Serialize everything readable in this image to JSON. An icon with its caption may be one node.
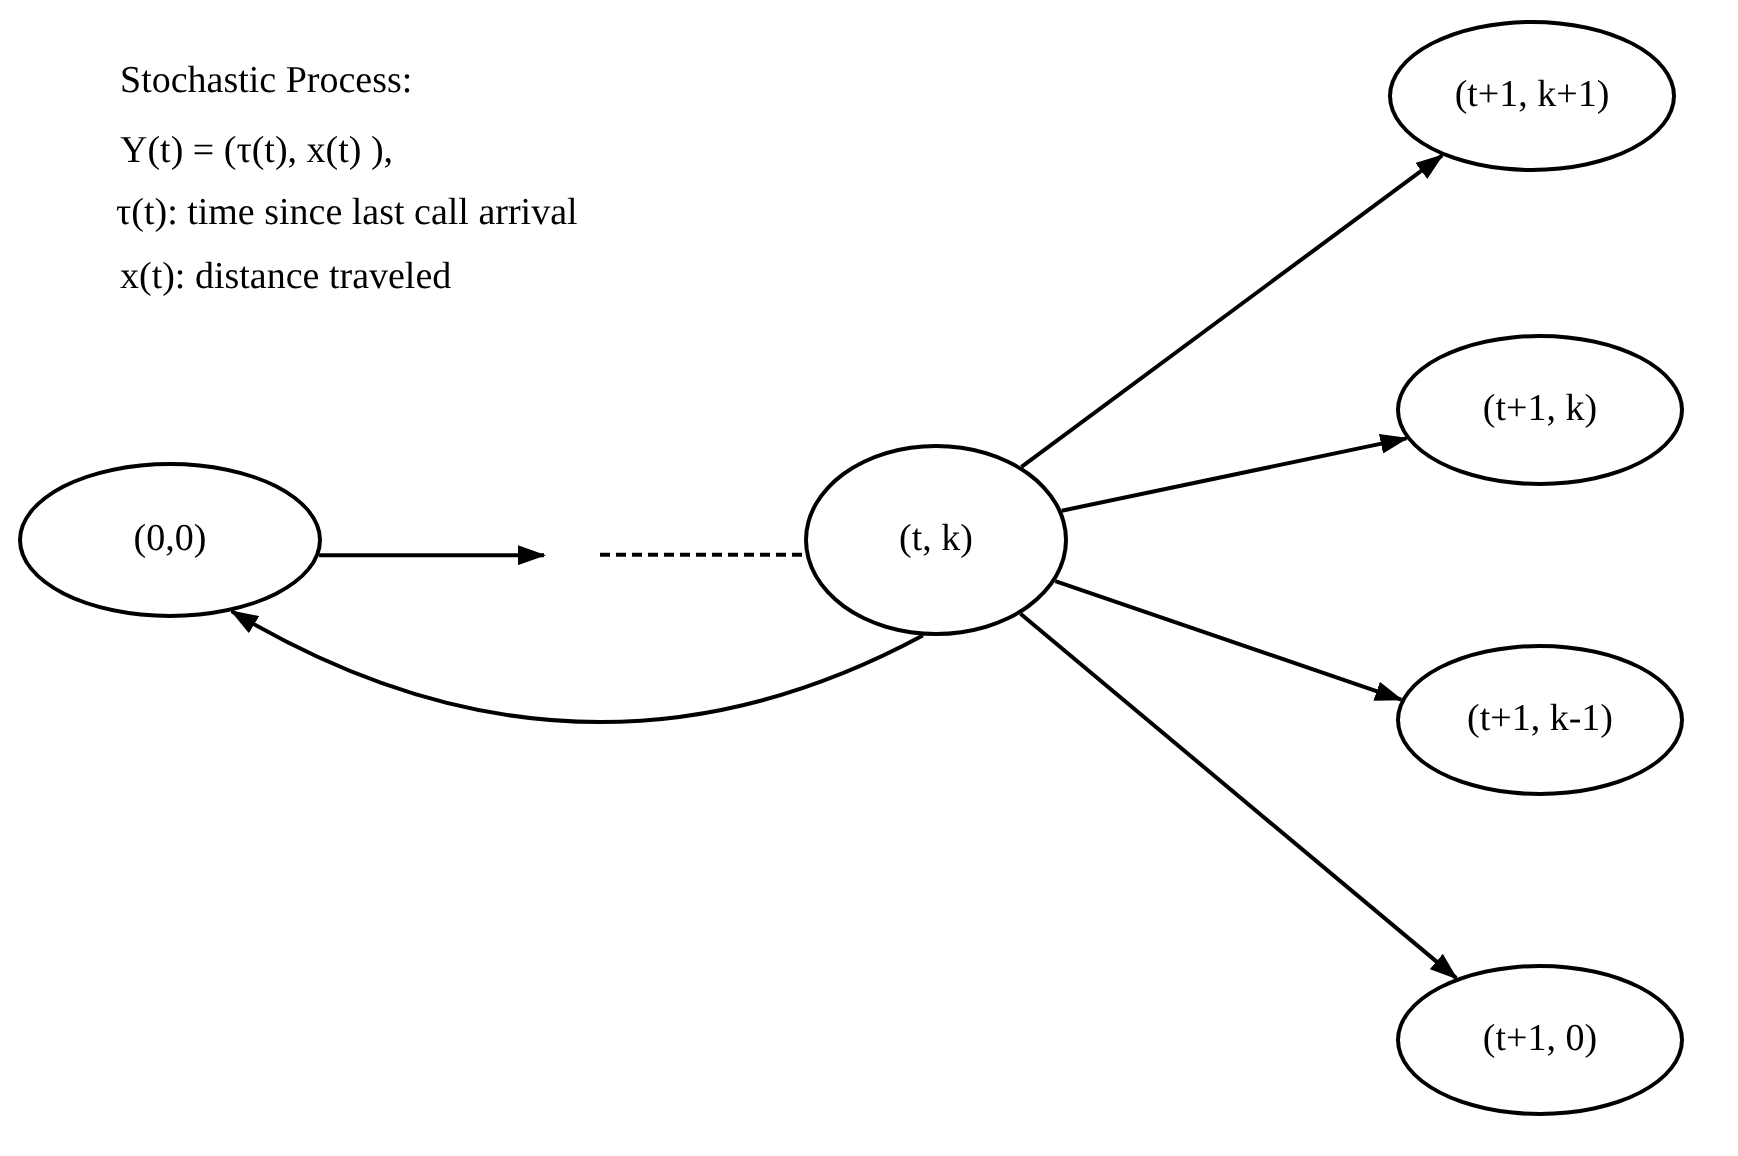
{
  "diagram": {
    "nodes": [
      {
        "text": [
          "(0,0)"
        ]
      },
      {
        "text": [
          "(t, k)"
        ]
      },
      {
        "text": [
          "(t+1, k+1)"
        ]
      },
      {
        "text": [
          "(t+1, k)"
        ]
      },
      {
        "text": [
          "(t+1, k-1)"
        ]
      },
      {
        "text": [
          "(t+1, 0)"
        ]
      }
    ],
    "edges": [
      {
        "from": 0,
        "to": null,
        "arrow": "to"
      },
      {
        "from": null,
        "to": 1,
        "arrow": "none",
        "style": "dashed"
      },
      {
        "from": 1,
        "to": 0,
        "arrow": "to"
      },
      {
        "from": 1,
        "to": 2,
        "arrow": "to"
      },
      {
        "from": 1,
        "to": 3,
        "arrow": "to"
      },
      {
        "from": 1,
        "to": 4,
        "arrow": "to"
      },
      {
        "from": 1,
        "to": 5,
        "arrow": "to"
      }
    ],
    "labels": [
      "Stochastic Process:",
      "Y(t) = (τ(t), x(t) ),",
      "τ(t): time since last call arrival",
      "x(t): distance traveled"
    ]
  }
}
